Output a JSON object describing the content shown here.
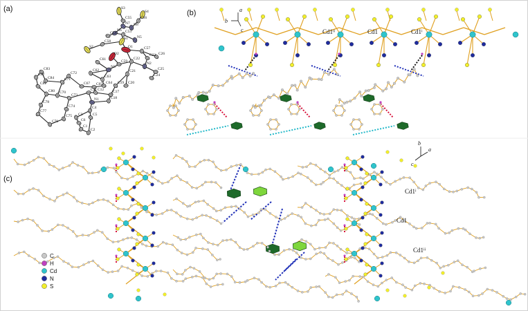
{
  "panels": {
    "a": {
      "label": "(a)"
    },
    "b": {
      "label": "(b)"
    },
    "c": {
      "label": "(c)"
    }
  },
  "panel_a_atoms": [
    {
      "name": "atom-S3",
      "text": "S3"
    },
    {
      "name": "atom-S4",
      "text": "S4"
    },
    {
      "name": "atom-C55",
      "text": "C55"
    },
    {
      "name": "atom-N7",
      "text": "N7"
    },
    {
      "name": "atom-N8",
      "text": "N8"
    },
    {
      "name": "atom-C56",
      "text": "C56"
    },
    {
      "name": "atom-C54",
      "text": "C54"
    },
    {
      "name": "atom-N6",
      "text": "N6"
    },
    {
      "name": "atom-C53",
      "text": "C53"
    },
    {
      "name": "atom-N5",
      "text": "N5"
    },
    {
      "name": "atom-S2",
      "text": "S2"
    },
    {
      "name": "atom-C58",
      "text": "C58"
    },
    {
      "name": "atom-S1",
      "text": "S1"
    },
    {
      "name": "atom-O1",
      "text": "O1"
    },
    {
      "name": "atom-C57",
      "text": "C57"
    },
    {
      "name": "atom-C26",
      "text": "C26"
    },
    {
      "name": "atom-O2",
      "text": "O2"
    },
    {
      "name": "atom-C23",
      "text": "C23"
    },
    {
      "name": "atom-C22",
      "text": "C22"
    },
    {
      "name": "atom-N2",
      "text": "N2"
    },
    {
      "name": "atom-C61",
      "text": "C61"
    },
    {
      "name": "atom-C59",
      "text": "C59"
    },
    {
      "name": "atom-N3",
      "text": "N3"
    },
    {
      "name": "atom-C25",
      "text": "C25"
    },
    {
      "name": "atom-C24",
      "text": "C24"
    },
    {
      "name": "atom-C21",
      "text": "C21"
    },
    {
      "name": "atom-C20",
      "text": "C20"
    },
    {
      "name": "atom-C83",
      "text": "C83"
    },
    {
      "name": "atom-C82",
      "text": "C82"
    },
    {
      "name": "atom-C84",
      "text": "C84"
    },
    {
      "name": "atom-C72",
      "text": "C72"
    },
    {
      "name": "atom-C71",
      "text": "C71"
    },
    {
      "name": "atom-C81",
      "text": "C81"
    },
    {
      "name": "atom-C67",
      "text": "C67"
    },
    {
      "name": "atom-C80",
      "text": "C80"
    },
    {
      "name": "atom-C73",
      "text": "C73"
    },
    {
      "name": "atom-C70",
      "text": "C70"
    },
    {
      "name": "atom-C78",
      "text": "C78"
    },
    {
      "name": "atom-C74",
      "text": "C74"
    },
    {
      "name": "atom-C77",
      "text": "C77"
    },
    {
      "name": "atom-C76",
      "text": "C76"
    },
    {
      "name": "atom-C75",
      "text": "C75"
    },
    {
      "name": "atom-N1",
      "text": "N1"
    },
    {
      "name": "atom-C11",
      "text": "C11"
    },
    {
      "name": "atom-C12",
      "text": "C12"
    },
    {
      "name": "atom-C17",
      "text": "C17"
    },
    {
      "name": "atom-C18",
      "text": "C18"
    },
    {
      "name": "atom-C19",
      "text": "C19"
    },
    {
      "name": "atom-C4",
      "text": "C4"
    },
    {
      "name": "atom-C3",
      "text": "C3"
    },
    {
      "name": "atom-C1",
      "text": "C1"
    },
    {
      "name": "atom-C2",
      "text": "C2"
    },
    {
      "name": "atom-C6",
      "text": "C6"
    },
    {
      "name": "atom-C5",
      "text": "C5"
    },
    {
      "name": "atom-C63",
      "text": "C63"
    },
    {
      "name": "atom-C64",
      "text": "C64"
    },
    {
      "name": "atom-C65",
      "text": "C65"
    },
    {
      "name": "atom-C62",
      "text": "C62"
    }
  ],
  "panel_b": {
    "axis": {
      "a": "a",
      "b": "b",
      "c": "c"
    },
    "cd_labels": {
      "left": "Cd1ⁱⁱ",
      "mid": "Cd1",
      "right": "Cd1ⁱ"
    }
  },
  "panel_c": {
    "axis": {
      "a": "a",
      "b": "b",
      "c": "c"
    },
    "cd_labels": {
      "top": "Cd1ⁱ",
      "mid": "Cd1",
      "bottom": "Cd1ⁱⁱ"
    }
  },
  "legend": [
    {
      "symbol": "C",
      "color": "#c8c8c8"
    },
    {
      "symbol": "H",
      "color": "#c040c0"
    },
    {
      "symbol": "Cd",
      "color": "#2fc4cc"
    },
    {
      "symbol": "N",
      "color": "#1f2c9e"
    },
    {
      "symbol": "S",
      "color": "#f2ef2a"
    }
  ],
  "colors": {
    "bond": "#e0a020",
    "carbon": "#c8c8c8",
    "cadmium": "#2fc4cc",
    "nitrogen": "#1f2c9e",
    "sulfur": "#f2ef2a",
    "hydrogen": "#c040c0",
    "ring_dark": "#1e6a2a",
    "ring_light": "#7ed63c",
    "contact_red": "#d8103a",
    "contact_blue": "#2030b8",
    "contact_cyan": "#22b8c8",
    "contact_black": "#111111"
  }
}
